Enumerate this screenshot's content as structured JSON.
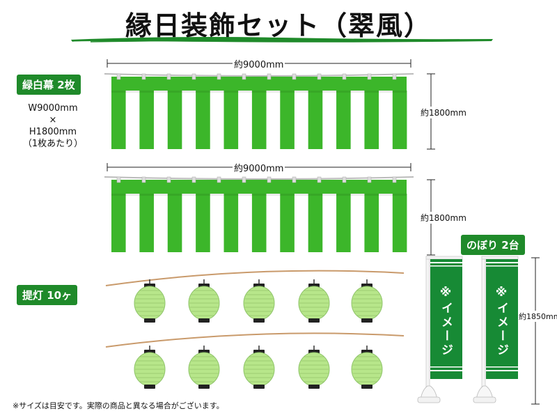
{
  "title": "縁日装飾セット（翠風）",
  "curtain": {
    "label": "緑白幕 2枚",
    "spec_line1": "W9000mm",
    "spec_line2": "×",
    "spec_line3": "H1800mm",
    "spec_line4": "（1枚あたり）",
    "width_label": "約9000mm",
    "height_label": "約1800mm",
    "count": 2
  },
  "lantern": {
    "label": "提灯 10ヶ",
    "count": 10
  },
  "nobori": {
    "label": "のぼり 2台",
    "banner_text": "※イメージ",
    "height_label": "約1850mm",
    "count": 2
  },
  "footnote": "※サイズは目安です。実際の商品と異なる場合がございます。",
  "colors": {
    "green": "#3cb62a",
    "dark_green": "#1f8a2a",
    "banner_green": "#178a35",
    "lantern_green": "#b7e68a",
    "white": "#ffffff"
  }
}
